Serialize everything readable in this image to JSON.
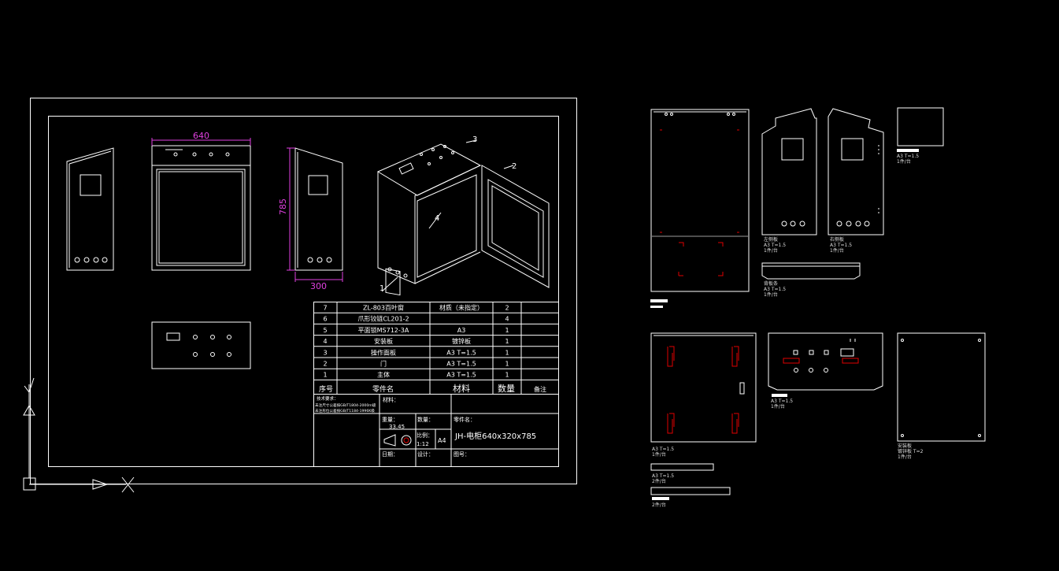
{
  "drawing": {
    "dims": {
      "width": "640",
      "height": "785",
      "depth": "300"
    },
    "balloons": [
      "1",
      "2",
      "3",
      "4"
    ],
    "bom": {
      "rows": [
        {
          "no": "7",
          "name": "ZL-803百叶窗",
          "material": "材质（未指定）",
          "qty": "2",
          "note": ""
        },
        {
          "no": "6",
          "name": "爪形铰链CL201-2",
          "material": "",
          "qty": "4",
          "note": ""
        },
        {
          "no": "5",
          "name": "平面锁MS712-3A",
          "material": "A3",
          "qty": "1",
          "note": ""
        },
        {
          "no": "4",
          "name": "安装板",
          "material": "镀锌板",
          "qty": "1",
          "note": ""
        },
        {
          "no": "3",
          "name": "操作面板",
          "material": "A3 T=1.5",
          "qty": "1",
          "note": ""
        },
        {
          "no": "2",
          "name": "门",
          "material": "A3 T=1.5",
          "qty": "1",
          "note": ""
        },
        {
          "no": "1",
          "name": "主体",
          "material": "A3 T=1.5",
          "qty": "1",
          "note": ""
        }
      ],
      "header": {
        "no": "序号",
        "name": "零件名",
        "material": "材料",
        "qty": "数量",
        "note": "备注"
      }
    },
    "titleblock": {
      "tech_label": "技术要求：",
      "tech_line1": "未注尺寸公差按GB/T1804-2000m级",
      "tech_line2": "未注形位公差按GB/T1184-1996K级",
      "material_label": "材料：",
      "weight_label": "重量：",
      "weight_value": "33.45",
      "qty_label": "数量：",
      "part_label": "零件名：",
      "scale_label": "比例：",
      "scale_value": "1:12",
      "sheet": "A4",
      "part_name": "JH-电柜640x320x785",
      "date_label": "日期：",
      "design_label": "设计：",
      "drawing_no_label": "图号："
    }
  },
  "parts": {
    "main_label": "主体",
    "left_side": {
      "name": "左侧板",
      "spec": "A3 T=1.5",
      "qty": "1件/台"
    },
    "right_side": {
      "name": "右侧板",
      "spec": "A3 T=1.5",
      "qty": "1件/台"
    },
    "small_plate": {
      "spec": "A3 T=1.5",
      "qty": "1件/台"
    },
    "back_strip": {
      "name": "背板条",
      "spec": "A3 T=1.5",
      "qty": "1件/台"
    },
    "door": {
      "spec": "A3 T=1.5",
      "qty": "1件/台"
    },
    "panel": {
      "spec": "A3 T=1.5",
      "qty": "1件/台"
    },
    "strip1": {
      "spec": "A3 T=1.5",
      "qty": "2件/台"
    },
    "strip2": {
      "qty": "2件/台"
    },
    "mount": {
      "name": "安装板",
      "spec": "镀锌板 T=2",
      "qty": "1件/台"
    }
  }
}
